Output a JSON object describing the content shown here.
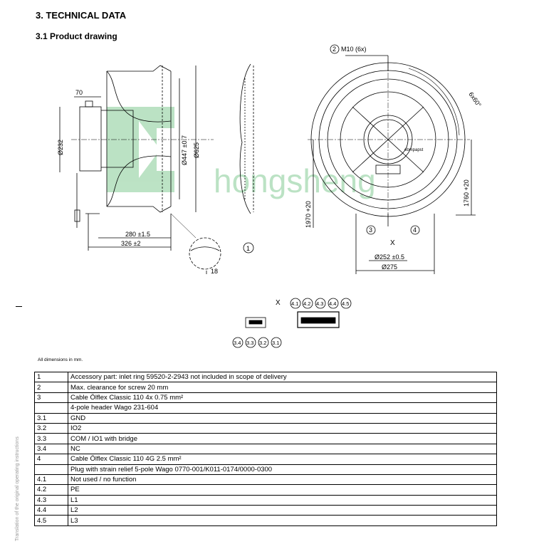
{
  "section_title": "3. TECHNICAL DATA",
  "subsection_title": "3.1 Product drawing",
  "drawing_labels": {
    "d232": "Ø232",
    "w70": "70",
    "d447": "Ø447 ±0.7",
    "d625": "Ø625",
    "w280": "280 ±1.5",
    "w326": "326 ±2",
    "w18": "18",
    "m10": "M10 (6x)",
    "angle": "6x60°",
    "h1970": "1970 +20",
    "h1760": "1760 +20",
    "d252": "Ø252 ±0.5",
    "d275": "Ø275",
    "x": "X",
    "x_detail": "X",
    "watermark": "hongsheng",
    "motor_brand": "ebmpapst",
    "callouts": {
      "c1": "1",
      "c2": "2",
      "c3": "3",
      "c4": "4"
    },
    "pins4": [
      "4.1",
      "4.2",
      "4.3",
      "4.4",
      "4.5"
    ],
    "pins3": [
      "3.4",
      "3.3",
      "3.2",
      "3.1"
    ]
  },
  "dims_note": "All dimensions in mm.",
  "side_note": "Translation of the original operating instructions",
  "table": [
    {
      "key": "1",
      "text": "Accessory part: inlet ring 59520-2-2943 not included in scope of delivery"
    },
    {
      "key": "2",
      "text": "Max. clearance for screw 20 mm"
    },
    {
      "key": "3",
      "text": "Cable Ölflex Classic 110 4x 0.75 mm²"
    },
    {
      "key": "",
      "text": "4-pole header Wago 231-604"
    },
    {
      "key": "3.1",
      "text": "GND"
    },
    {
      "key": "3.2",
      "text": "IO2"
    },
    {
      "key": "3.3",
      "text": "COM / IO1 with bridge"
    },
    {
      "key": "3.4",
      "text": "NC"
    },
    {
      "key": "4",
      "text": "Cable Ölflex Classic 110 4G 2.5 mm²"
    },
    {
      "key": "",
      "text": "Plug with strain relief 5-pole Wago 0770-001/K011-0174/0000-0300"
    },
    {
      "key": "4.1",
      "text": "Not used / no function"
    },
    {
      "key": "4.2",
      "text": "PE"
    },
    {
      "key": "4.3",
      "text": "L1"
    },
    {
      "key": "4.4",
      "text": "L2"
    },
    {
      "key": "4.5",
      "text": "L3"
    }
  ]
}
